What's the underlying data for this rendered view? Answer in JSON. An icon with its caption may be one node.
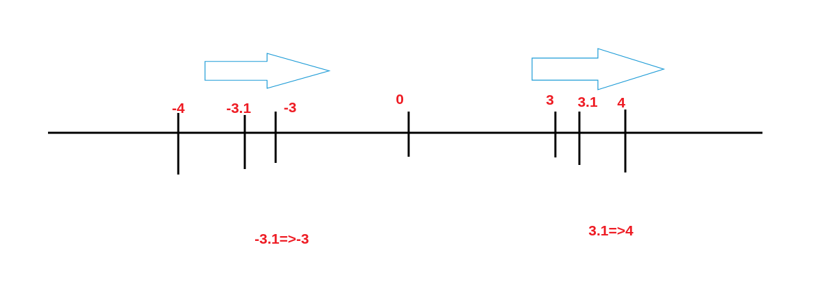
{
  "diagram": {
    "labels": [
      "-4",
      "-3.1",
      "-3",
      "0",
      "3",
      "3.1",
      "4",
      "-3.1=>-3",
      "3.1=>4"
    ]
  }
}
